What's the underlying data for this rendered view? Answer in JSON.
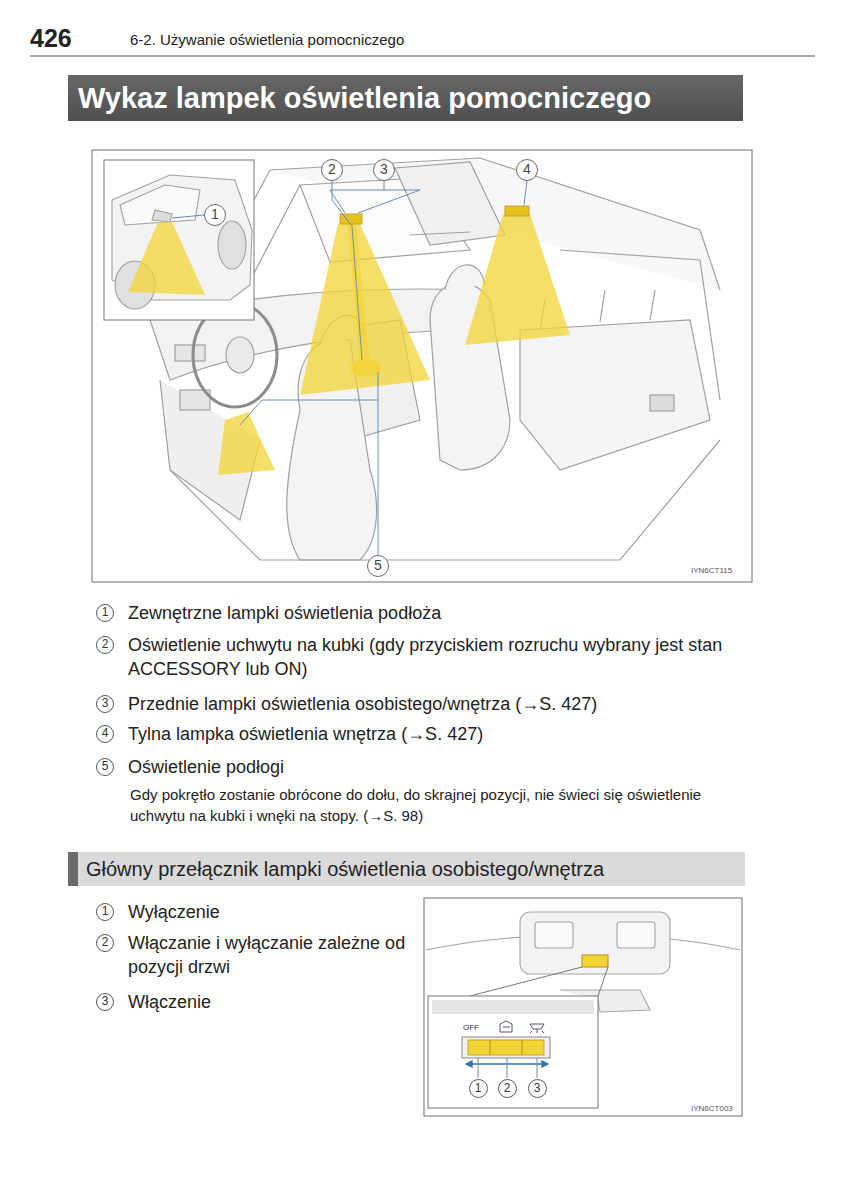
{
  "diagram": {
    "title": "Wykaz lampek oświetlenia pomocniczego",
    "nodes": [
      {
        "text": [
          "Główny przełącznik lampki oświetlenia osobistego/wnętrza"
        ]
      }
    ],
    "labels": [
      "426",
      "6-2. Używanie oświetlenia pomocniczego",
      "1",
      "2",
      "3",
      "4",
      "5",
      "IYN6CT115",
      "1",
      "Zewnętrzne lampki oświetlenia podłoża",
      "2",
      "Oświetlenie uchwytu na kubki (gdy przyciskiem rozruchu wybrany jest stan ACCESSORY lub ON)",
      "3",
      "Przednie lampki oświetlenia osobistego/wnętrza (→S. 427)",
      "4",
      "Tylna lampka oświetlenia wnętrza (→S. 427)",
      "5",
      "Oświetlenie podłogi",
      "Gdy pokrętło zostanie obrócone do dołu, do skrajnej pozycji, nie świeci się oświetlenie uchwytu na kubki i wnęki na stopy. (→S. 98)",
      "1",
      "Wyłączenie",
      "2",
      "Włączanie i wyłączanie zależne od pozycji drzwi",
      "3",
      "Włączenie",
      "OFF",
      "1",
      "2",
      "3",
      "IYN6CT003"
    ]
  }
}
